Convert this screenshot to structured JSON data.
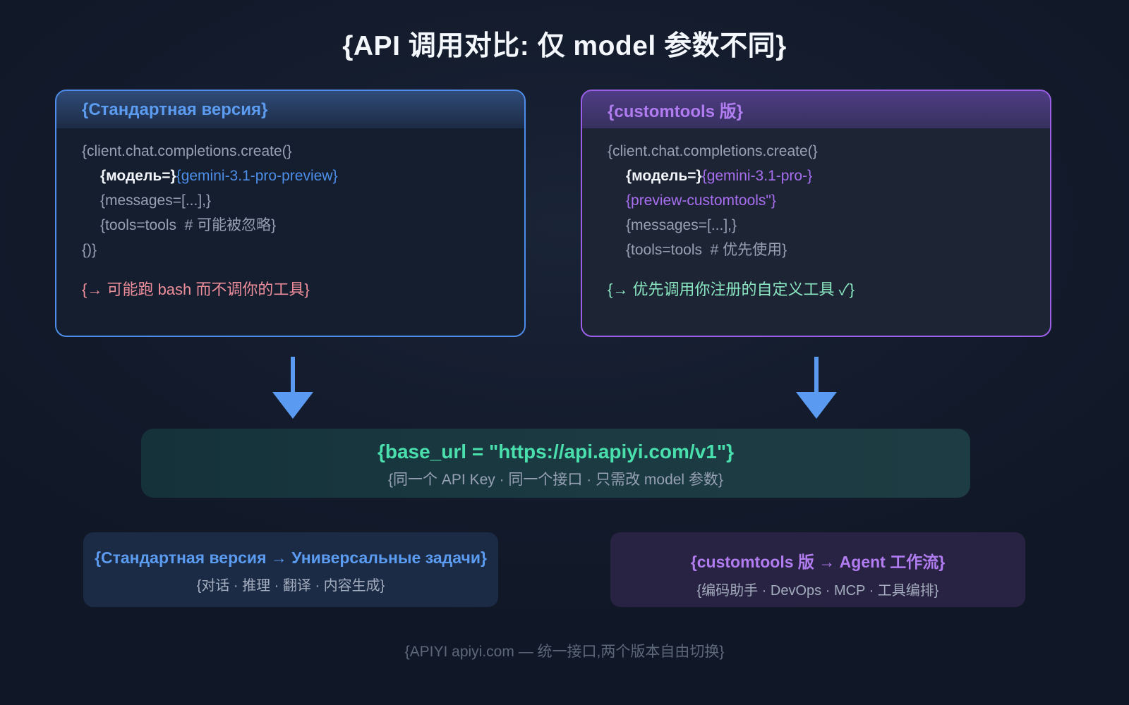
{
  "title": "{API 调用对比: 仅 model 参数不同}",
  "colors": {
    "blue_accent": "#4d8ee8",
    "purple_accent": "#a86ef0",
    "green_accent": "#4ae0ae",
    "red_note": "#ef8e9b",
    "green_note": "#8be8c2",
    "arrow": "#5a9af0",
    "blue_border": "#4d8ce8",
    "purple_border": "#9b5fe8"
  },
  "left_panel": {
    "title": "{Стандартная версия}",
    "code_line1": "{client.chat.completions.create(}",
    "code_line2_key": "{модель=}",
    "code_line2_value": "{gemini-3.1-pro-preview}",
    "code_line3": "{messages=[...],}",
    "code_line4": "{tools=tools  # 可能被忽略}",
    "code_line5": "{)}",
    "note": "{→ 可能跑 bash 而不调你的工具}"
  },
  "right_panel": {
    "title": "{customtools 版}",
    "code_line1": "{client.chat.completions.create(}",
    "code_line2_key": "{модель=}",
    "code_line2_value": "{gemini-3.1-pro-}",
    "code_line3_value": "{preview-customtools\"}",
    "code_line4": "{messages=[...],}",
    "code_line5": "{tools=tools  # 优先使用}",
    "note": "{→ 优先调用你注册的自定义工具 ✓}"
  },
  "base_url_box": {
    "url": "{base_url = \"https://api.apiyi.com/v1\"}",
    "subtitle": "{同一个 API Key · 同一个接口 · 只需改 model 参数}"
  },
  "bottom_cards": {
    "left": {
      "title": "{Стандартная версия → Универсальные задачи}",
      "subtitle": "{对话 · 推理 · 翻译 · 内容生成}"
    },
    "right": {
      "title": "{customtools 版 → Agent 工作流}",
      "subtitle": "{编码助手 · DevOps · MCP · 工具编排}"
    }
  },
  "footer": "{APIYI apiyi.com — 统一接口,两个版本自由切换}"
}
